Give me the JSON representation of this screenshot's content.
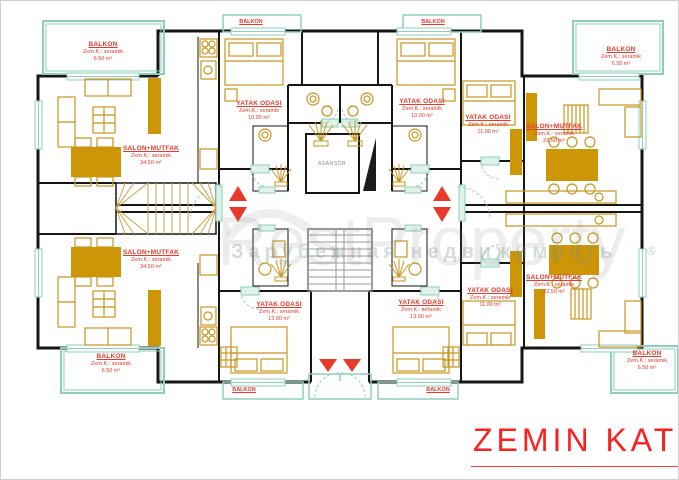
{
  "title": {
    "text": "ZEMIN KAT"
  },
  "watermark": {
    "brand": "RestProperty",
    "subtitle": "Зарубежная недвижимость",
    "registered": "®"
  },
  "core": {
    "elevator": "ASANSÖR"
  },
  "labels": {
    "tl_balkon": {
      "name": "BALKON",
      "floor": "Zem.K.: seramik",
      "area": "6.50 m²"
    },
    "tl_salon": {
      "name": "SALON+MUTFAK",
      "floor": "Zem.K.: seramik",
      "area": "34.50 m²"
    },
    "tc_left_bed": {
      "name": "YATAK ODASI",
      "floor": "Zem.K.: seramik",
      "area": "10.00 m²"
    },
    "tc_balkon_left": {
      "name": "BALKON"
    },
    "tc_balkon_right": {
      "name": "BALKON"
    },
    "tc_right_bed": {
      "name": "YATAK ODASI",
      "floor": "Zem.K.: seramik",
      "area": "10.00 m²"
    },
    "tr_bed": {
      "name": "YATAK ODASI",
      "floor": "Zem.K.: seramik",
      "area": "11.00 m²"
    },
    "tr_salon": {
      "name": "SALON+MUTFAK",
      "floor": "Zem.K.: seramik",
      "area": "22.50 m²"
    },
    "tr_balkon": {
      "name": "BALKON",
      "floor": "Zem.K.: seramik",
      "area": "6.50 m²"
    },
    "bl_salon": {
      "name": "SALON+MUTFAK",
      "floor": "Zem.K.: seramik",
      "area": "34.50 m²"
    },
    "bl_balkon": {
      "name": "BALKON",
      "floor": "Zem.K.: seramik",
      "area": "6.50 m²"
    },
    "bc_left_bed": {
      "name": "YATAK ODASI",
      "floor": "Zem.K.: seramik",
      "area": "13.00 m²"
    },
    "bc_balkon_left": {
      "name": "BALKON"
    },
    "bc_balkon_right": {
      "name": "BALKON"
    },
    "bc_right_bed": {
      "name": "YATAK ODASI",
      "floor": "Zem.K.: seramik",
      "area": "13.00 m²"
    },
    "br_bed": {
      "name": "YATAK ODASI",
      "floor": "Zem.K.: seramik",
      "area": "11.00 m²"
    },
    "br_salon": {
      "name": "SALON+MUTFAK",
      "floor": "Zem.K.: seramik",
      "area": "22.50 m²"
    },
    "br_balkon": {
      "name": "BALKON",
      "floor": "Zem.K.: seramik",
      "area": "6.50 m²"
    }
  },
  "colors": {
    "wall": "#161616",
    "furniture_line": "#c8951e",
    "furniture_solid": "#cc9606",
    "balcony_teal": "#8ecfbb",
    "label_red": "#e8392b",
    "title_red": "#ff1f1f",
    "watermark_gray": "#828282"
  }
}
